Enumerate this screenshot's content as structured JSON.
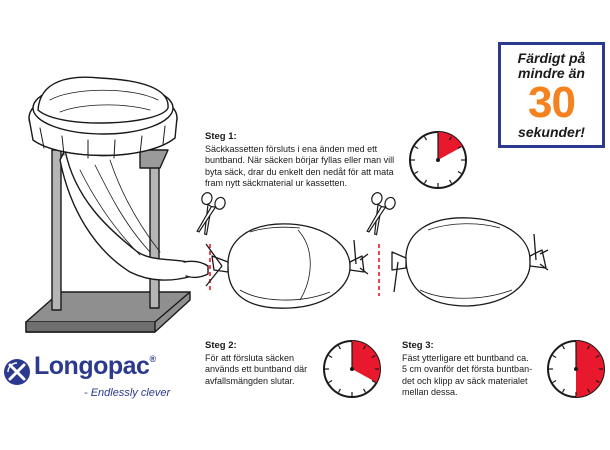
{
  "brand": {
    "name": "Longopac",
    "registered": "®",
    "tagline": "-   Endlessly clever",
    "color": "#2b3a8f"
  },
  "badge": {
    "line1": "Färdigt på mindre än",
    "number": "30",
    "line3": "sekunder!",
    "number_color": "#f5821f",
    "border_color": "#2b3a8f"
  },
  "steps": [
    {
      "title": "Steg 1:",
      "lines": [
        "Säckkassetten försluts i ena änden med ett",
        "buntband. När säcken börjar fyllas eller man vill",
        "byta säck, drar du enkelt den nedåt för att mata",
        "fram nytt säckmaterial ur kassetten."
      ],
      "timer_fraction": 0.17
    },
    {
      "title": "Steg 2:",
      "lines": [
        "För att försluta säcken",
        "används ett buntband där",
        "avfallsmängden slutar."
      ],
      "timer_fraction": 0.33
    },
    {
      "title": "Steg 3:",
      "lines": [
        "Fäst ytterligare ett buntband ca.",
        "5 cm ovanför det första buntban-",
        "det och klipp av säck materialet",
        "mellan dessa."
      ],
      "timer_fraction": 0.5
    }
  ],
  "icons": [
    "stand-icon",
    "scissors-icon",
    "bag-icon",
    "timer-icon",
    "logo-icon"
  ],
  "colors": {
    "timer_fill": "#e8192c",
    "cut_line": "#e8192c",
    "outline": "#1a1a1a"
  }
}
